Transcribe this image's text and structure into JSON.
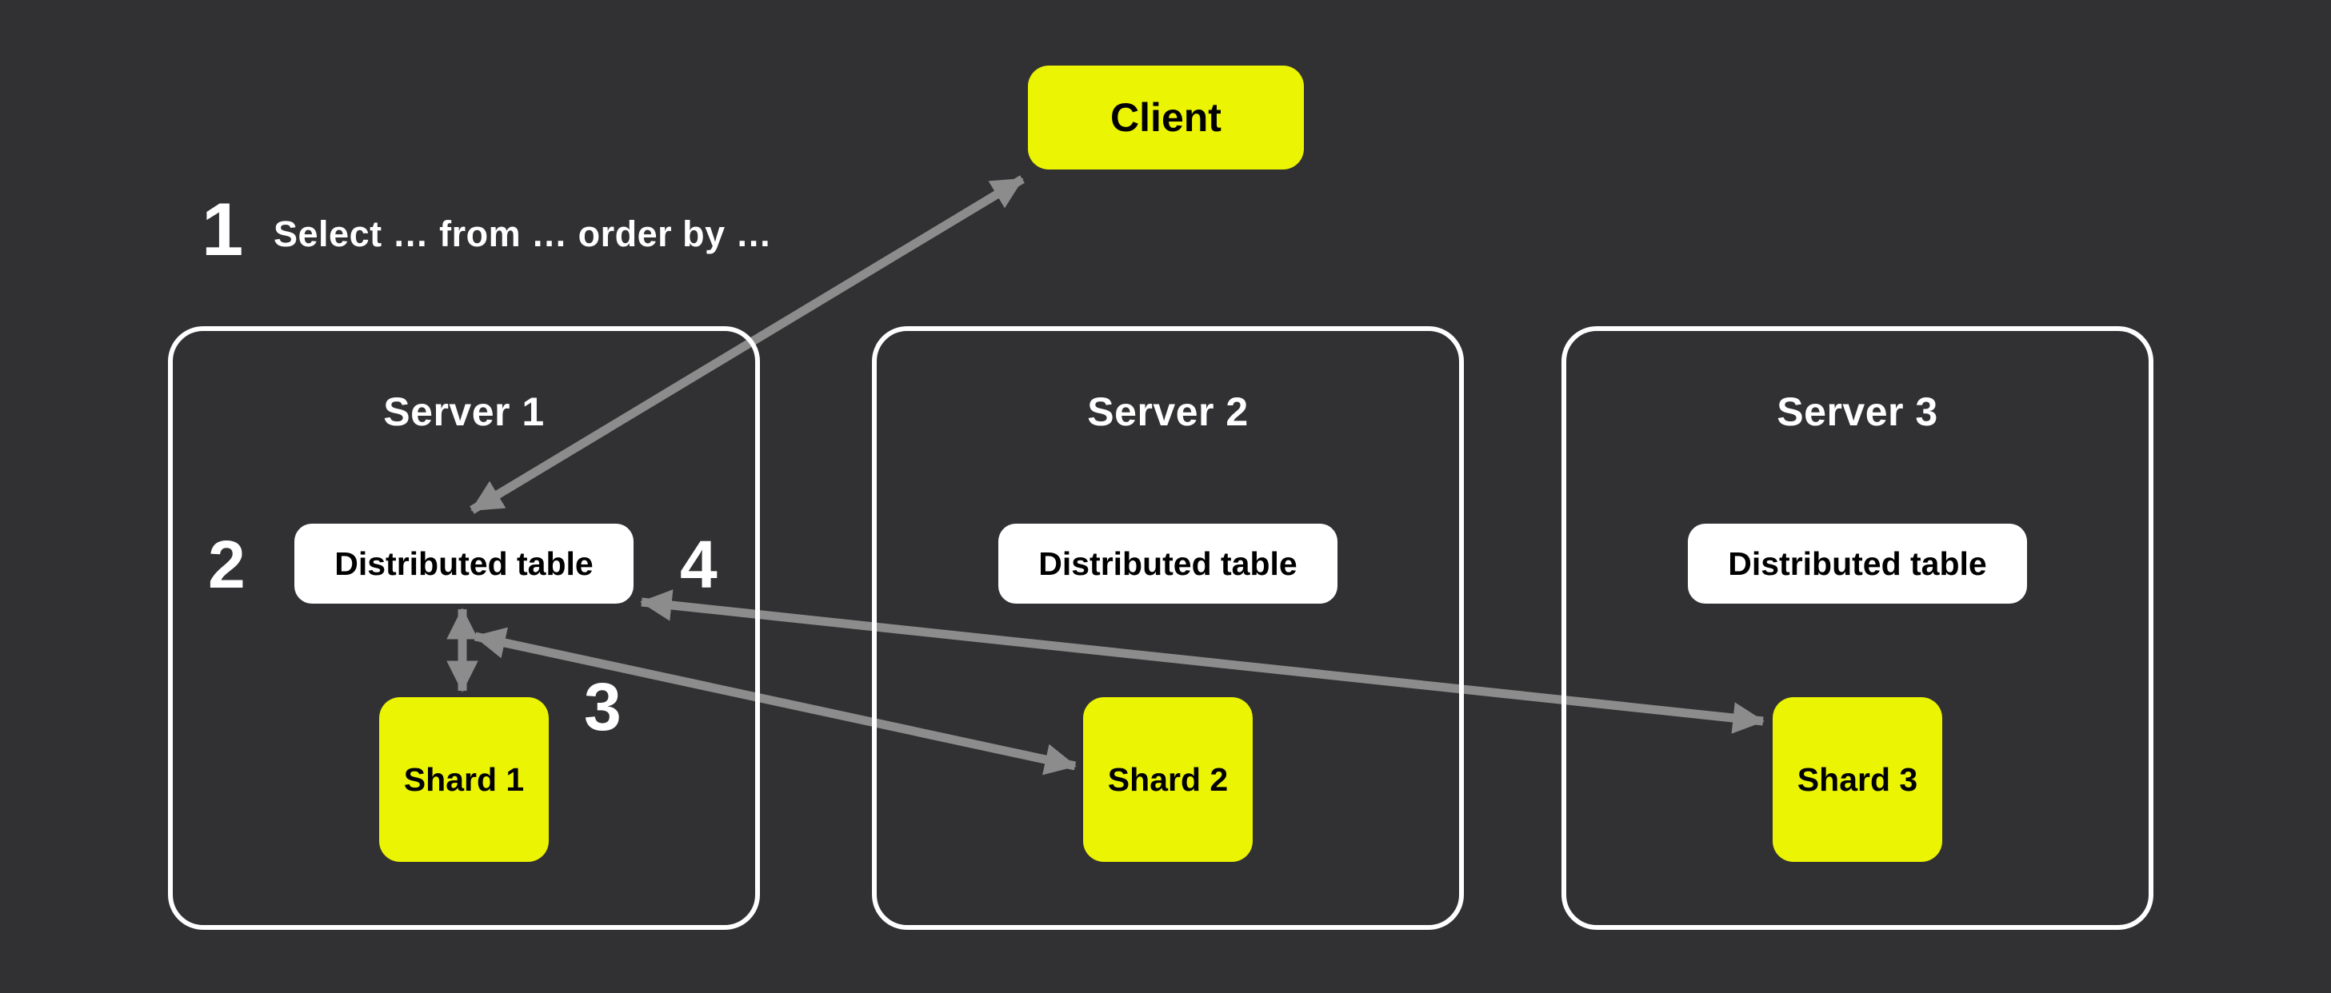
{
  "colors": {
    "background": "#313133",
    "accent_yellow": "#EBF402",
    "arrow_gray": "#8C8C8C",
    "node_white": "#FFFFFF",
    "text_white": "#FFFFFF",
    "text_black": "#000000"
  },
  "client": {
    "label": "Client"
  },
  "annotation": {
    "number": "1",
    "text": "Select … from … order by …"
  },
  "step_labels": {
    "step2": "2",
    "step3": "3",
    "step4": "4"
  },
  "servers": [
    {
      "title": "Server 1",
      "table_label": "Distributed table",
      "shard_label": "Shard 1"
    },
    {
      "title": "Server 2",
      "table_label": "Distributed table",
      "shard_label": "Shard 2"
    },
    {
      "title": "Server 3",
      "table_label": "Distributed table",
      "shard_label": "Shard 3"
    }
  ]
}
